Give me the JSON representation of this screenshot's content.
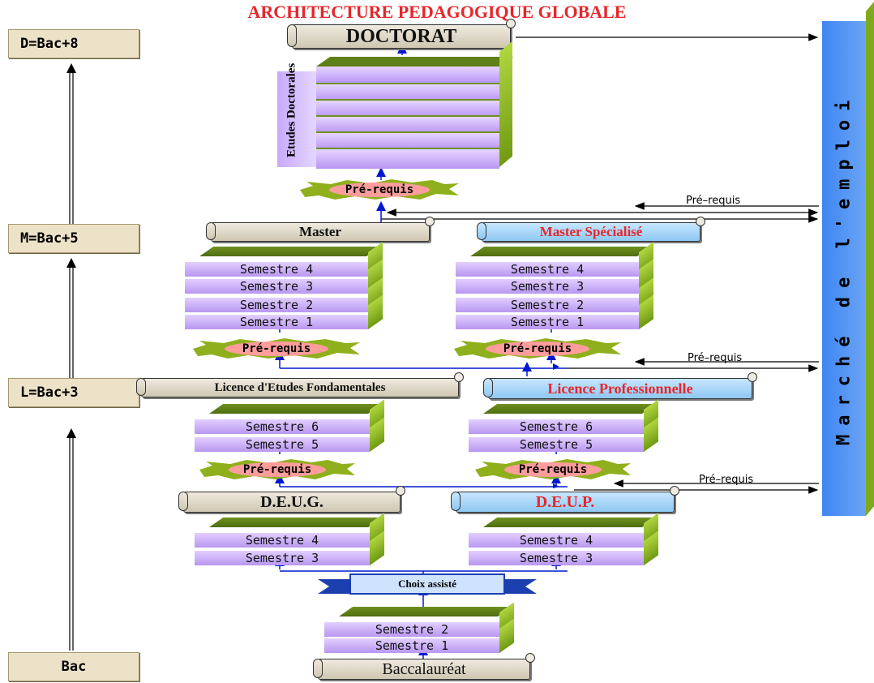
{
  "title": "ARCHITECTURE PEDAGOGIQUE GLOBALE",
  "levels": {
    "doctorat": "D=Bac+8",
    "master": "M=Bac+5",
    "licence": "L=Bac+3",
    "bac": "Bac"
  },
  "market": "Marché de l'emploi",
  "doctorat": "DOCTORAT",
  "etudes_doctorales": "Etudes Doctorales",
  "prerequis": "Pré-requis",
  "prerequis_small": "Pré–requis",
  "master": "Master",
  "master_specialise": "Master Spécialisé",
  "licence_fondamentale": "Licence d'Etudes Fondamentales",
  "licence_pro": "Licence Professionnelle",
  "deug": "D.E.U.G.",
  "deup": "D.E.U.P.",
  "choix": "Choix assisté",
  "baccalaureat": "Baccalauréat",
  "sem": {
    "s1": "Semestre 1",
    "s2": "Semestre 2",
    "s3": "Semestre 3",
    "s4": "Semestre 4",
    "s5": "Semestre 5",
    "s6": "Semestre 6"
  },
  "colors": {
    "title": "#e8262a",
    "market": "#4a8ef2",
    "arrow_blue": "#0018d0",
    "semester": "#c8adf8",
    "semester_top": "#5f7f18",
    "prereq": "#ff8a8a"
  }
}
